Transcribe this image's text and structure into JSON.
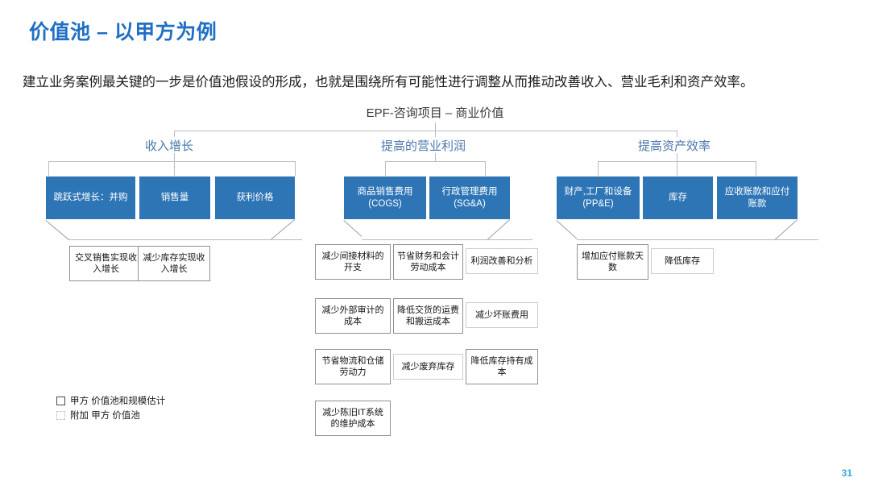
{
  "slide": {
    "title": "价值池 – 以甲方为例",
    "subtitle": "建立业务案例最关键的一步是价值池假设的形成，也就是围绕所有可能性进行调整从而推动改善收入、营业毛利和资产效率。",
    "page_number": "31",
    "accent_color": "#1f6fc4",
    "box_color": "#2e75b6",
    "page_number_color": "#3aa8dd"
  },
  "chart_title": "EPF-咨询项目 – 商业价值",
  "groups": [
    {
      "header": "收入增长",
      "drivers": [
        "跳跃式增长：并购",
        "销售量",
        "获利价格"
      ],
      "levers": [
        "交叉销售实现收入增长",
        "减少库存实现收入增长"
      ]
    },
    {
      "header": "提高的营业利润",
      "drivers": [
        "商品销售费用(COGS)",
        "行政管理费用(SG&A)"
      ],
      "levers": [
        "减少间接材料的开支",
        "节省财务和会计劳动成本",
        "利润改善和分析",
        "减少外部审计的成本",
        "降低交货的运费和搬运成本",
        "减少坏账费用",
        "节省物流和仓储劳动力",
        "减少废弃库存",
        "降低库存持有成本",
        "减少陈旧IT系统的维护成本"
      ]
    },
    {
      "header": "提高资产效率",
      "drivers": [
        "财产,工厂和设备(PP&E)",
        "库存",
        "应收账款和应付账款"
      ],
      "levers": [
        "增加应付账款天数",
        "降低库存"
      ]
    }
  ],
  "legend": [
    {
      "label": "甲方 价值池和规模估计",
      "style": "solid"
    },
    {
      "label": "附加 甲方 价值池",
      "style": "faint"
    }
  ]
}
